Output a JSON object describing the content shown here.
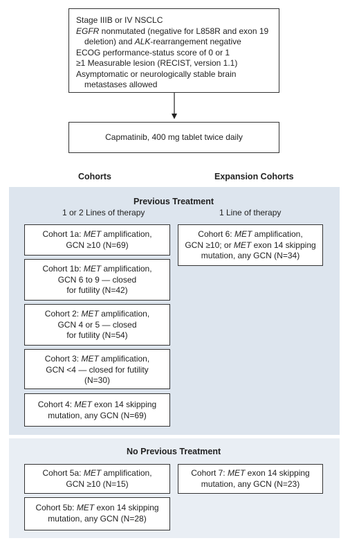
{
  "eligibility": {
    "lines": [
      {
        "t": "Stage IIIB or IV NSCLC",
        "ind": false
      },
      {
        "t": "EGFR nonmutated (negative for L858R and exon 19",
        "ind": false
      },
      {
        "t": "deletion) and ALK-rearrangement negative",
        "ind": true
      },
      {
        "t": "ECOG performance-status score of 0 or 1",
        "ind": false
      },
      {
        "t": "≥1 Measurable lesion (RECIST, version 1.1)",
        "ind": false
      },
      {
        "t": "Asymptomatic or neurologically stable brain",
        "ind": false
      },
      {
        "t": "metastases allowed",
        "ind": true
      }
    ]
  },
  "treatment": "Capmatinib, 400 mg tablet twice daily",
  "headers": {
    "cohorts": "Cohorts",
    "expansion": "Expansion Cohorts",
    "previous": "Previous Treatment",
    "lines_1_2": "1 or 2 Lines of therapy",
    "lines_1": "1 Line of therapy",
    "no_previous": "No Previous Treatment"
  },
  "previous_cohorts": [
    [
      "Cohort 1a: MET amplification,",
      "GCN ≥10 (N=69)"
    ],
    [
      "Cohort 1b: MET amplification,",
      "GCN 6 to 9 — closed",
      "for futility (N=42)"
    ],
    [
      "Cohort 2: MET amplification,",
      "GCN 4 or 5 — closed",
      "for futility (N=54)"
    ],
    [
      "Cohort 3: MET amplification,",
      "GCN <4 — closed for futility",
      "(N=30)"
    ],
    [
      "Cohort 4: MET exon 14 skipping",
      "mutation, any GCN (N=69)"
    ]
  ],
  "expansion_previous": [
    [
      "Cohort 6: MET amplification,",
      "GCN ≥10; or MET exon 14 skipping",
      "mutation, any GCN (N=34)"
    ]
  ],
  "no_previous_cohorts": [
    [
      "Cohort 5a: MET amplification,",
      "GCN ≥10 (N=15)"
    ],
    [
      "Cohort 5b: MET exon 14 skipping",
      "mutation, any GCN (N=28)"
    ]
  ],
  "expansion_no_previous": [
    [
      "Cohort 7: MET exon 14 skipping",
      "mutation, any GCN (N=23)"
    ]
  ],
  "italic_terms": [
    "EGFR",
    "ALK",
    "MET"
  ],
  "colors": {
    "panel_previous": "#dde5ee",
    "panel_no_previous": "#e9eef4",
    "box_border": "#333333",
    "arrow": "#222222"
  }
}
